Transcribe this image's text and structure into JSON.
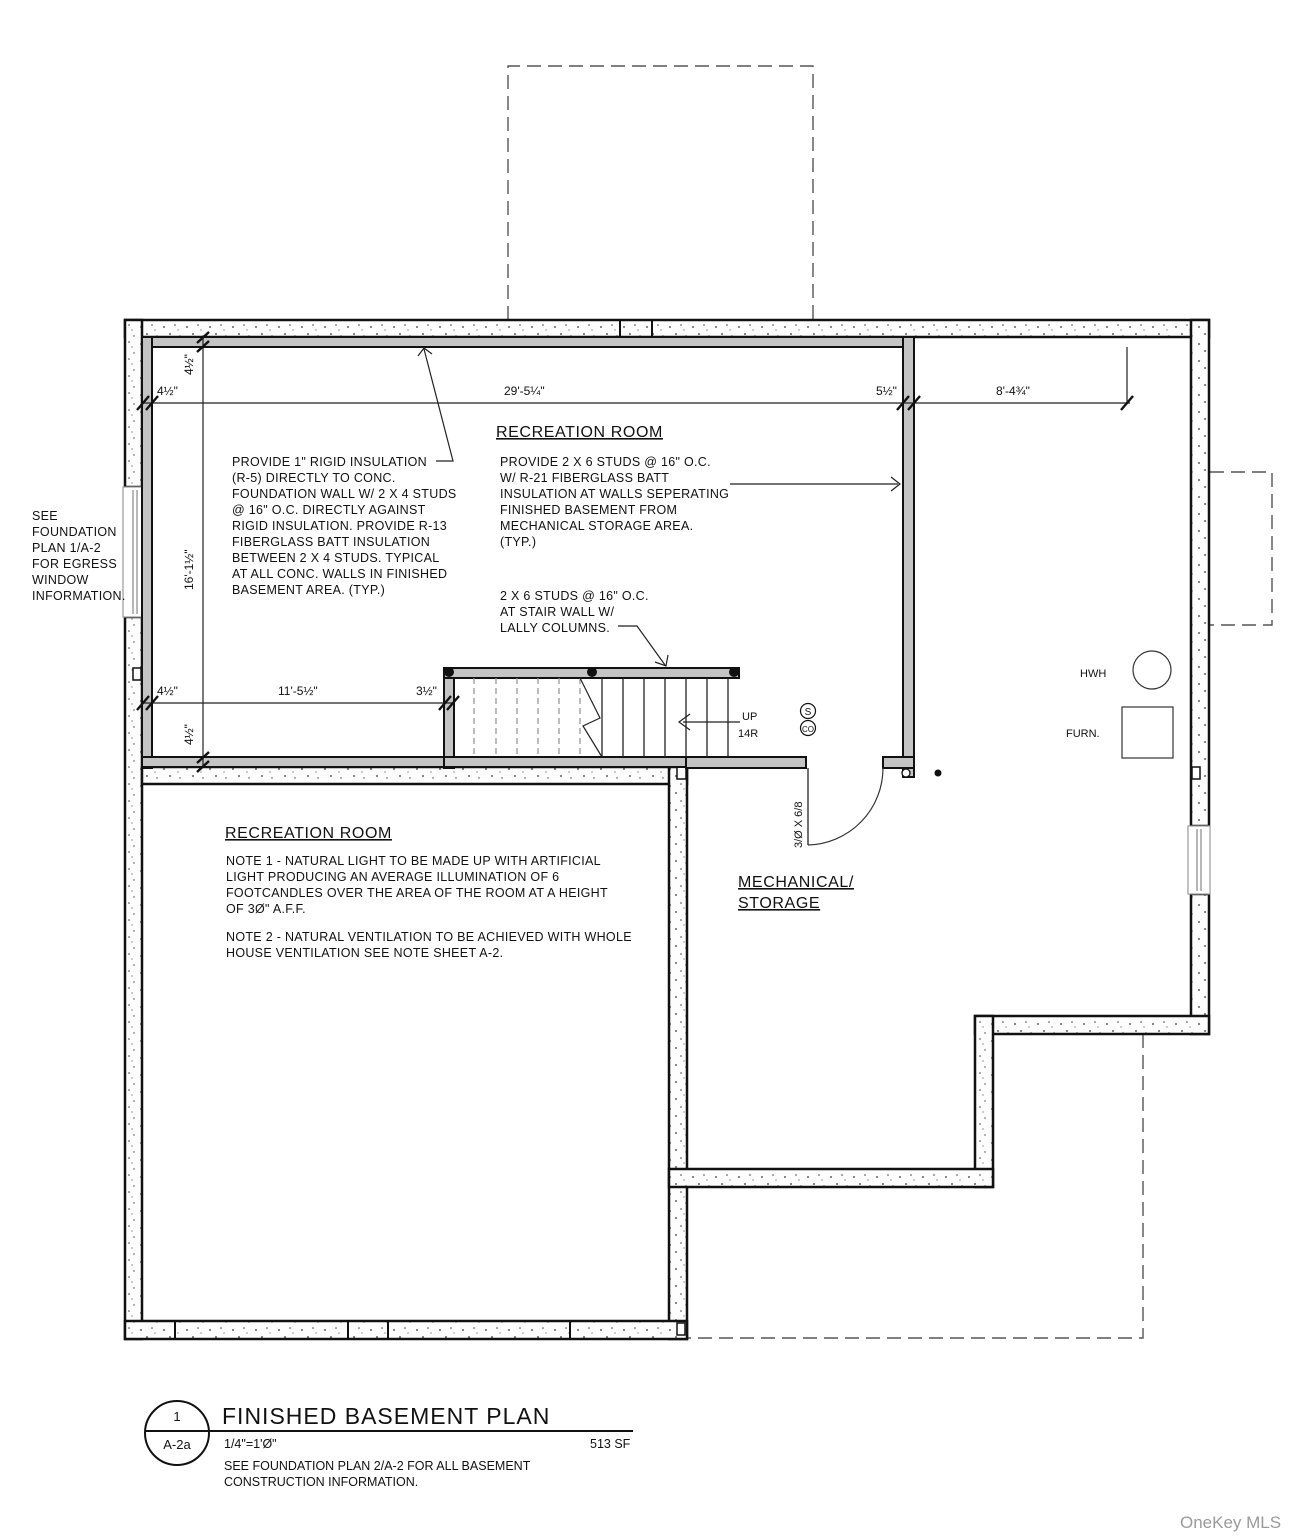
{
  "drawing": {
    "title": "FINISHED BASEMENT PLAN",
    "detail_number": "1",
    "sheet_ref": "A-2a",
    "scale": "1/4\"=1'Ø\"",
    "area": "513 SF",
    "footnote_line1": "SEE FOUNDATION PLAN 2/A-2 FOR ALL BASEMENT",
    "footnote_line2": "CONSTRUCTION INFORMATION."
  },
  "rooms": {
    "recreation_upper": "RECREATION ROOM",
    "recreation_lower": "RECREATION ROOM",
    "mechanical_line1": "MECHANICAL/",
    "mechanical_line2": "STORAGE"
  },
  "dimensions": {
    "top_left_wall_v": "4½\"",
    "top_left_wall_h": "4½\"",
    "main_width": "29'-5¼\"",
    "stud_wall": "5½\"",
    "mech_width": "8'-4¾\"",
    "room_depth": "16'-1½\"",
    "lower_left_wall": "4½\"",
    "stair_offset": "11'-5½\"",
    "stair_wall": "3½\"",
    "bottom_wall_v": "4½\""
  },
  "notes": {
    "rigid_insulation": [
      "PROVIDE 1\" RIGID INSULATION",
      "(R-5) DIRECTLY TO CONC.",
      "FOUNDATION WALL W/ 2 X 4 STUDS",
      "@ 16\" O.C. DIRECTLY AGAINST",
      "RIGID INSULATION. PROVIDE R-13",
      "FIBERGLASS BATT INSULATION",
      "BETWEEN 2 X 4 STUDS. TYPICAL",
      "AT ALL CONC. WALLS IN FINISHED",
      "BASEMENT AREA. (TYP.)"
    ],
    "stud_partition": [
      "PROVIDE 2 X 6 STUDS @ 16\" O.C.",
      "W/ R-21 FIBERGLASS BATT",
      "INSULATION AT WALLS SEPERATING",
      "FINISHED BASEMENT FROM",
      "MECHANICAL STORAGE AREA.",
      "(TYP.)"
    ],
    "stair_wall": [
      "2 X 6 STUDS @ 16\" O.C.",
      "AT STAIR WALL W/",
      "LALLY COLUMNS."
    ],
    "egress": [
      "SEE",
      "FOUNDATION",
      "PLAN 1/A-2",
      "FOR EGRESS",
      "WINDOW",
      "INFORMATION."
    ],
    "lower_room_notes": [
      "NOTE 1 - NATURAL LIGHT TO BE MADE UP WITH ARTIFICIAL",
      "LIGHT PRODUCING AN AVERAGE ILLUMINATION OF 6",
      "FOOTCANDLES OVER THE AREA OF THE ROOM AT A HEIGHT",
      "OF 3Ø\" A.F.F.",
      "NOTE 2 - NATURAL VENTILATION TO BE ACHIEVED WITH WHOLE",
      "HOUSE VENTILATION SEE NOTE SHEET A-2."
    ]
  },
  "stair": {
    "direction": "UP",
    "risers": "14R"
  },
  "equipment": {
    "water_heater": "HWH",
    "furnace": "FURN.",
    "smoke_detector": "S",
    "co_detector": "CO"
  },
  "door": {
    "size": "3/Ø X 6/8"
  },
  "watermark": "OneKey MLS",
  "colors": {
    "line": "#111111",
    "stud_fill": "#c4c4c4",
    "concrete_fill": "#fdfdfd",
    "dashed": "#555555",
    "watermark": "#9a9a9a"
  }
}
